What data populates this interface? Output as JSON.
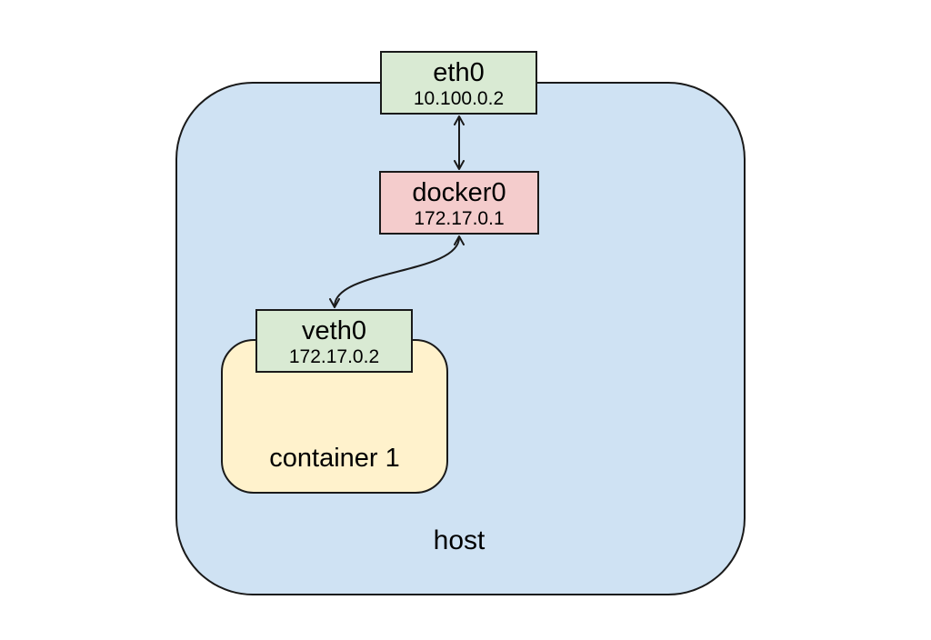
{
  "colors": {
    "background": "#ffffff",
    "host_fill": "#cfe2f3",
    "container_fill": "#fff2cc",
    "eth0_fill": "#d9ead3",
    "docker0_fill": "#f4cccc",
    "veth0_fill": "#d9ead3",
    "border": "#1a1a1a",
    "arrow": "#1a1a1a"
  },
  "host": {
    "label": "host"
  },
  "container": {
    "label": "container 1"
  },
  "nodes": {
    "eth0": {
      "name": "eth0",
      "ip": "10.100.0.2"
    },
    "docker0": {
      "name": "docker0",
      "ip": "172.17.0.1"
    },
    "veth0": {
      "name": "veth0",
      "ip": "172.17.0.2"
    }
  },
  "edges": [
    {
      "from": "eth0",
      "to": "docker0",
      "type": "bidirectional-straight"
    },
    {
      "from": "docker0",
      "to": "veth0",
      "type": "bidirectional-curved"
    }
  ]
}
